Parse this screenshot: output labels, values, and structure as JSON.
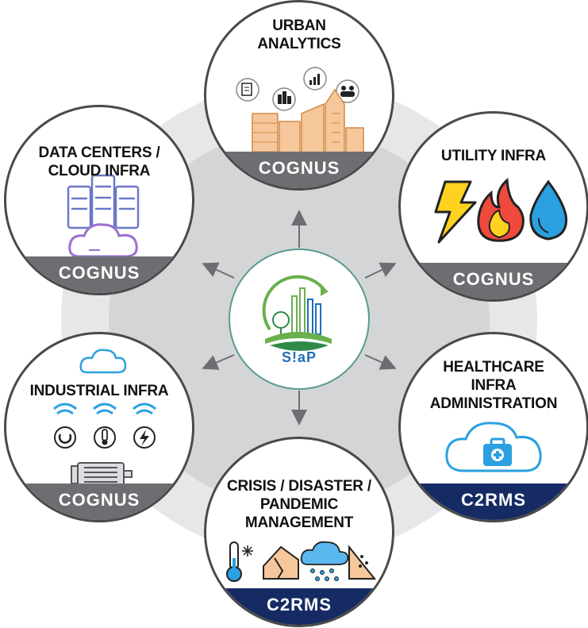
{
  "center": {
    "label": "S!aP"
  },
  "nodes": {
    "urban": {
      "title_line1": "URBAN",
      "title_line2": "ANALYTICS",
      "band": "COGNUS"
    },
    "datacenters": {
      "title_line1": "DATA CENTERS /",
      "title_line2": "CLOUD INFRA",
      "band": "COGNUS"
    },
    "utility": {
      "title_line1": "UTILITY INFRA",
      "band": "COGNUS"
    },
    "industrial": {
      "title_line1": "INDUSTRIAL INFRA",
      "band": "COGNUS"
    },
    "healthcare": {
      "title_line1": "HEALTHCARE",
      "title_line2": "INFRA",
      "title_line3": "ADMINISTRATION",
      "band": "C2RMS"
    },
    "crisis": {
      "title_line1": "CRISIS / DISASTER /",
      "title_line2": "PANDEMIC",
      "title_line3": "MANAGEMENT",
      "band": "C2RMS"
    }
  },
  "icons": [
    "document-icon",
    "buildings-icon",
    "bar-chart-icon",
    "people-icon",
    "server-rack-icon",
    "cloud-icon",
    "lightning-icon",
    "fire-icon",
    "water-drop-icon",
    "wifi-icon",
    "power-icon",
    "thermometer-icon",
    "bolt-icon",
    "motor-icon",
    "medical-kit-icon",
    "snowflake-icon",
    "collapsed-house-icon",
    "rain-cloud-icon",
    "landslide-icon"
  ],
  "colors": {
    "band_gray": "#6d6e71",
    "band_navy": "#162b63",
    "building_orange": "#f0a86a",
    "accent_blue": "#1aa0e0",
    "hub_green": "#6ab04c"
  }
}
